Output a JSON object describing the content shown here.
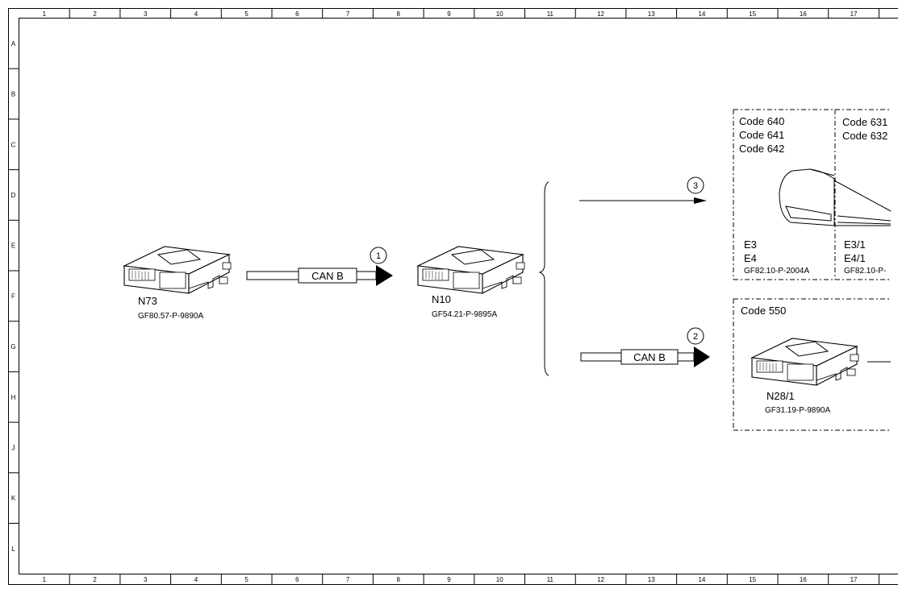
{
  "frame": {
    "columns": [
      "1",
      "2",
      "3",
      "4",
      "5",
      "6",
      "7",
      "8",
      "9",
      "10",
      "11",
      "12",
      "13",
      "14",
      "15",
      "16",
      "17"
    ],
    "rows": [
      "A",
      "B",
      "C",
      "D",
      "E",
      "F",
      "G",
      "H",
      "J",
      "K",
      "L"
    ]
  },
  "modules": {
    "n73": {
      "label": "N73",
      "ref": "GF80.57-P-9890A"
    },
    "n10": {
      "label": "N10",
      "ref": "GF54.21-P-9895A"
    },
    "n28": {
      "label": "N28/1",
      "ref": "GF31.19-P-9890A"
    }
  },
  "connections": {
    "c1": {
      "bus": "CAN B",
      "number": "1"
    },
    "c2": {
      "bus": "CAN B",
      "number": "2"
    },
    "c3": {
      "number": "3"
    }
  },
  "groups": {
    "left_codes": [
      "Code 640",
      "Code 641",
      "Code 642"
    ],
    "right_codes": [
      "Code 631",
      "Code 632"
    ],
    "left_lamps": {
      "l1": "E3",
      "l2": "E4",
      "ref": "GF82.10-P-2004A"
    },
    "right_lamps": {
      "l1": "E3/1",
      "l2": "E4/1",
      "ref": "GF82.10-P-"
    },
    "trailer_code": "Code 550"
  }
}
